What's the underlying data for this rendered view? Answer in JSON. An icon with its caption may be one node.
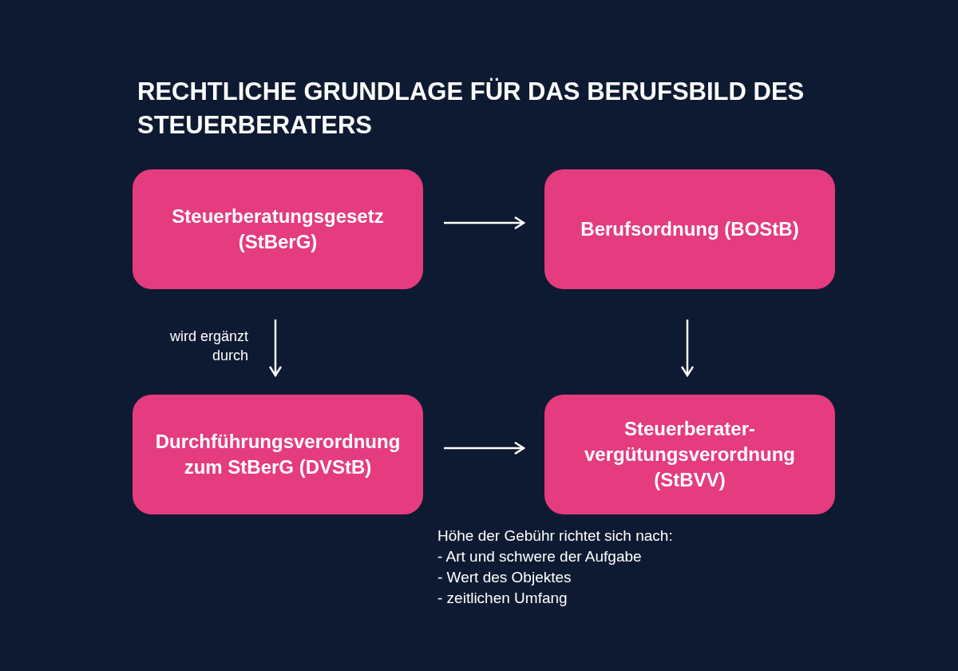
{
  "diagram": {
    "title": "RECHTLICHE GRUNDLAGE FÜR DAS BERUFSBILD DES STEUERBERATERS",
    "nodes": [
      {
        "text": [
          "Steuerberatungsgesetz (StBerG)"
        ]
      },
      {
        "text": [
          "Berufsordnung (BOStB)"
        ]
      },
      {
        "text": [
          "Durchführungsverordnung zum StBerG (DVStB)"
        ]
      },
      {
        "text": [
          "Steuerberater- vergütungsverordnung (StBVV)"
        ],
        "beside": [
          "Höhe der Gebühr richtet sich nach:",
          "- Art und schwere der Aufgabe",
          "- Wert des Objektes",
          "- zeitlichen Umfang"
        ]
      }
    ],
    "edges": [
      {
        "from": 0,
        "to": 1,
        "arrow": "to"
      },
      {
        "from": 0,
        "to": 2,
        "arrow": "to",
        "label": "wird ergänzt durch"
      },
      {
        "from": 1,
        "to": 3,
        "arrow": "to"
      },
      {
        "from": 2,
        "to": 3,
        "arrow": "to"
      }
    ]
  }
}
